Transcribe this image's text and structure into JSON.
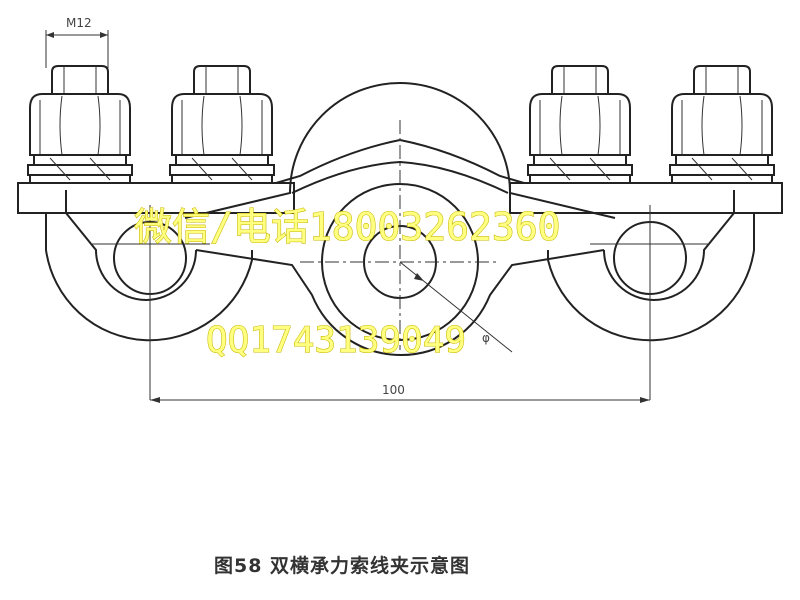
{
  "figure": {
    "caption": "图58 双横承力索线夹示意图",
    "bolt_label": "M12",
    "width_dim_label": "100",
    "hole_dim_label": "φ"
  },
  "watermark": {
    "line1": "微信/电话18003262360",
    "line2": "QQ1743139049"
  },
  "colors": {
    "line": "#222222",
    "watermark_fill": "#ffff80",
    "watermark_stroke": "#c8b400"
  }
}
